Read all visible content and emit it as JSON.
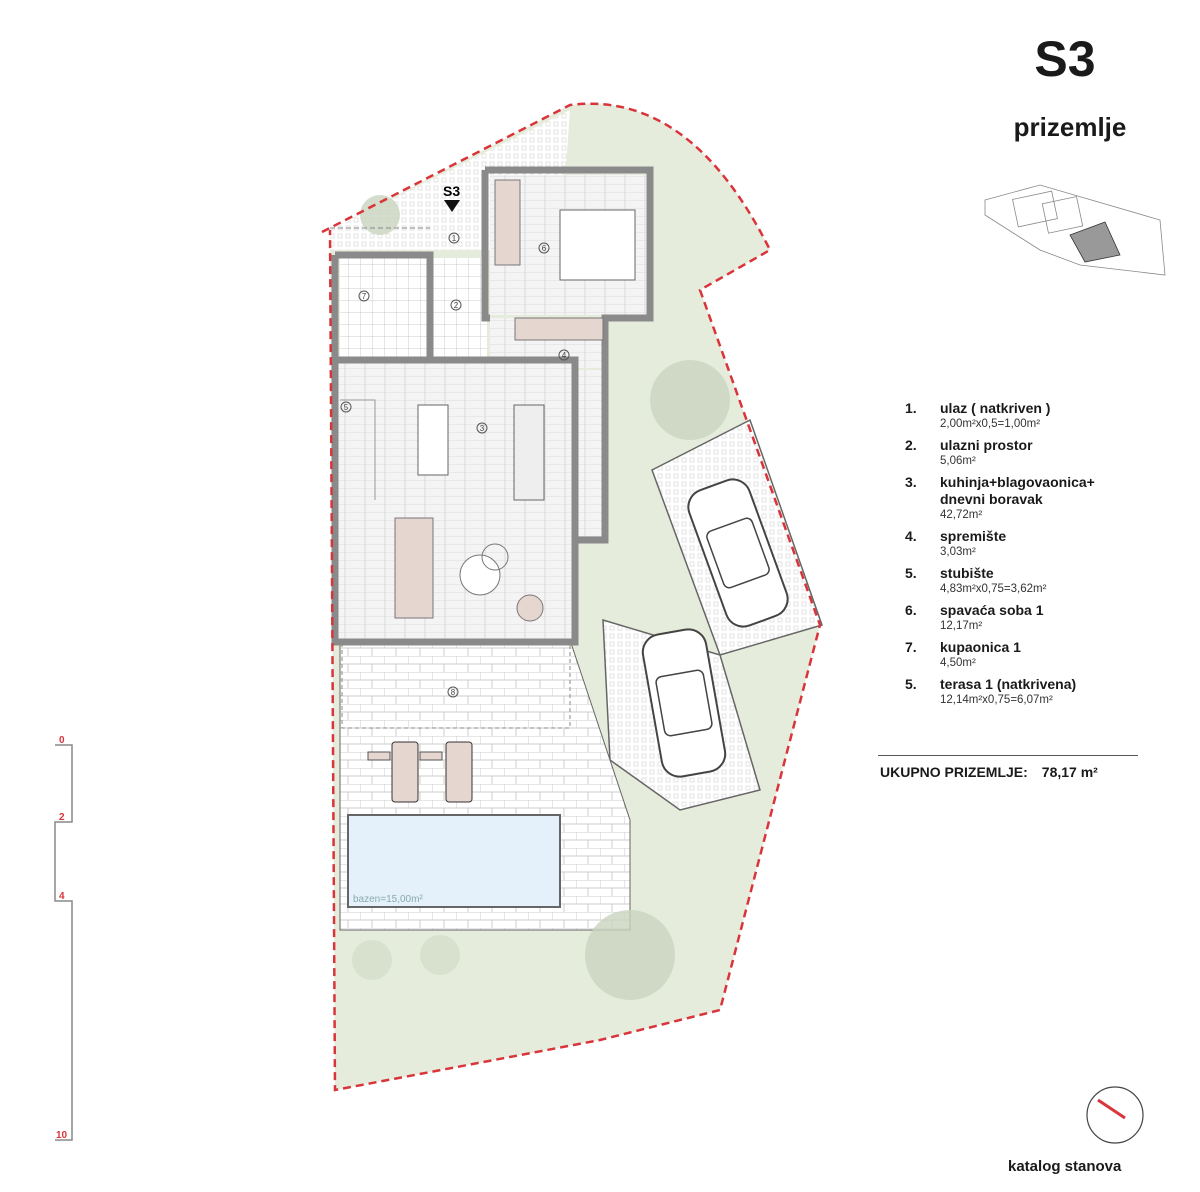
{
  "header": {
    "title": "S3",
    "subtitle": "prizemlje"
  },
  "legend": [
    {
      "num": "1.",
      "label": "ulaz ( natkriven )",
      "area": "2,00m²x0,5=1,00m²"
    },
    {
      "num": "2.",
      "label": "ulazni prostor",
      "area": "5,06m²"
    },
    {
      "num": "3.",
      "label": "kuhinja+blagovaonica+ dnevni boravak",
      "area": "42,72m²"
    },
    {
      "num": "4.",
      "label": "spremište",
      "area": "3,03m²"
    },
    {
      "num": "5.",
      "label": "stubište",
      "area": "4,83m²x0,75=3,62m²"
    },
    {
      "num": "6.",
      "label": "spavaća soba 1",
      "area": "12,17m²"
    },
    {
      "num": "7.",
      "label": "kupaonica 1",
      "area": "4,50m²"
    },
    {
      "num": "5.",
      "label": "terasa 1 (natkrivena)",
      "area": "12,14m²x0,75=6,07m²"
    }
  ],
  "total": {
    "label": "UKUPNO PRIZEMLJE:",
    "value": "78,17 m²"
  },
  "plan": {
    "entrance_marker": "S3",
    "room_markers": [
      "1",
      "2",
      "3",
      "4",
      "5",
      "6",
      "7",
      "8"
    ],
    "pool_label": "bazen=15,00m²",
    "colors": {
      "boundary": "#d9343a",
      "garden": "#e6ecdc",
      "wall": "#8a8a8a",
      "furniture": "#e6d6d0",
      "pool": "#e4f1fb"
    }
  },
  "scale": {
    "ticks": [
      "0",
      "2",
      "4",
      "10"
    ]
  },
  "footer": "katalog stanova"
}
